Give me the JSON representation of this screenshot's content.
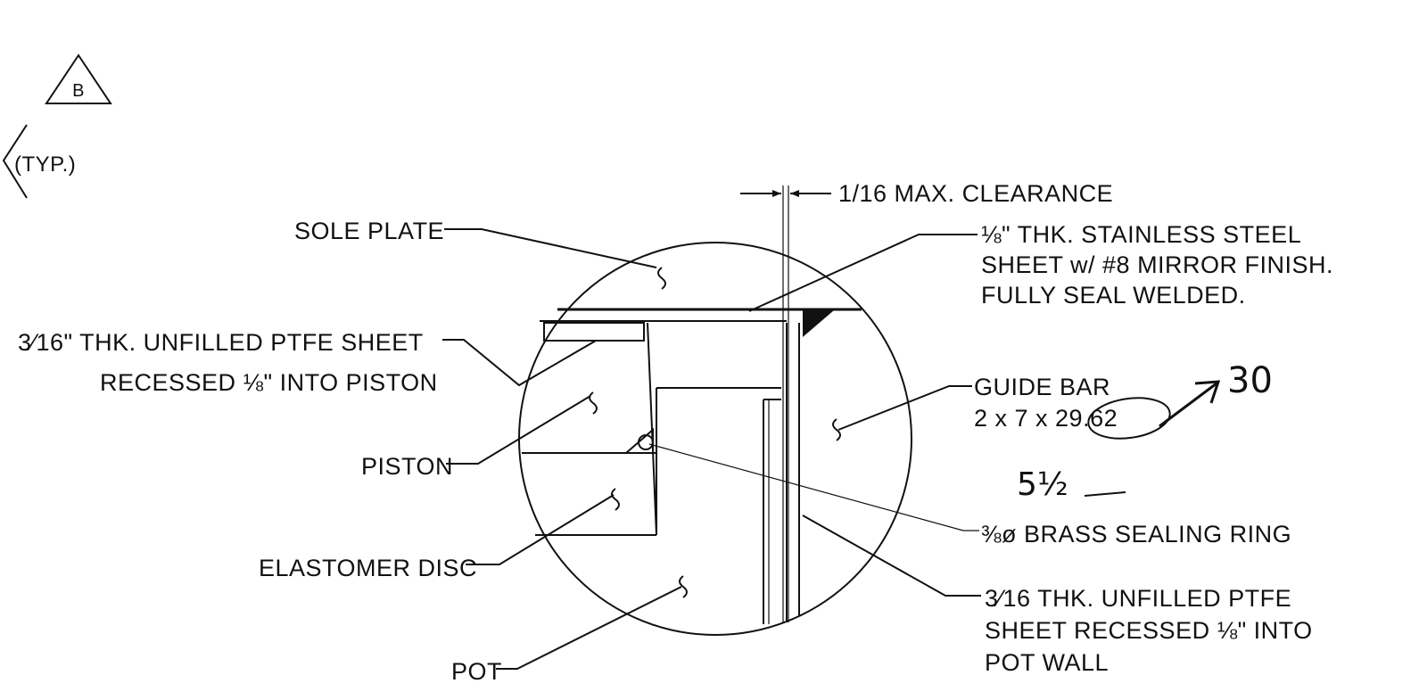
{
  "detail_marker": {
    "revision_letter": "B",
    "typ_note": "(TYP.)"
  },
  "labels": {
    "clearance": "1/16 MAX. CLEARANCE",
    "sole_plate": "SOLE PLATE",
    "stainless_line1": "⅛\" THK. STAINLESS STEEL",
    "stainless_line2": "SHEET w/ #8 MIRROR FINISH.",
    "stainless_line3": "FULLY SEAL WELDED.",
    "ptfe_top_line1": "3⁄16\" THK. UNFILLED PTFE SHEET",
    "ptfe_top_line2": "RECESSED ⅛\" INTO PISTON",
    "guide_bar_line1": "GUIDE BAR",
    "guide_bar_line2": "2 x 7 x 29.62",
    "piston": "PISTON",
    "brass_ring": "⅜ø BRASS SEALING RING",
    "elastomer": "ELASTOMER DISC",
    "ptfe_side_line1": "3⁄16 THK. UNFILLED PTFE",
    "ptfe_side_line2": "SHEET RECESSED ⅛\" INTO",
    "ptfe_side_line3": "POT WALL",
    "pot": "POT"
  },
  "handwritten": {
    "new_length": "30",
    "width_note": "5½"
  }
}
